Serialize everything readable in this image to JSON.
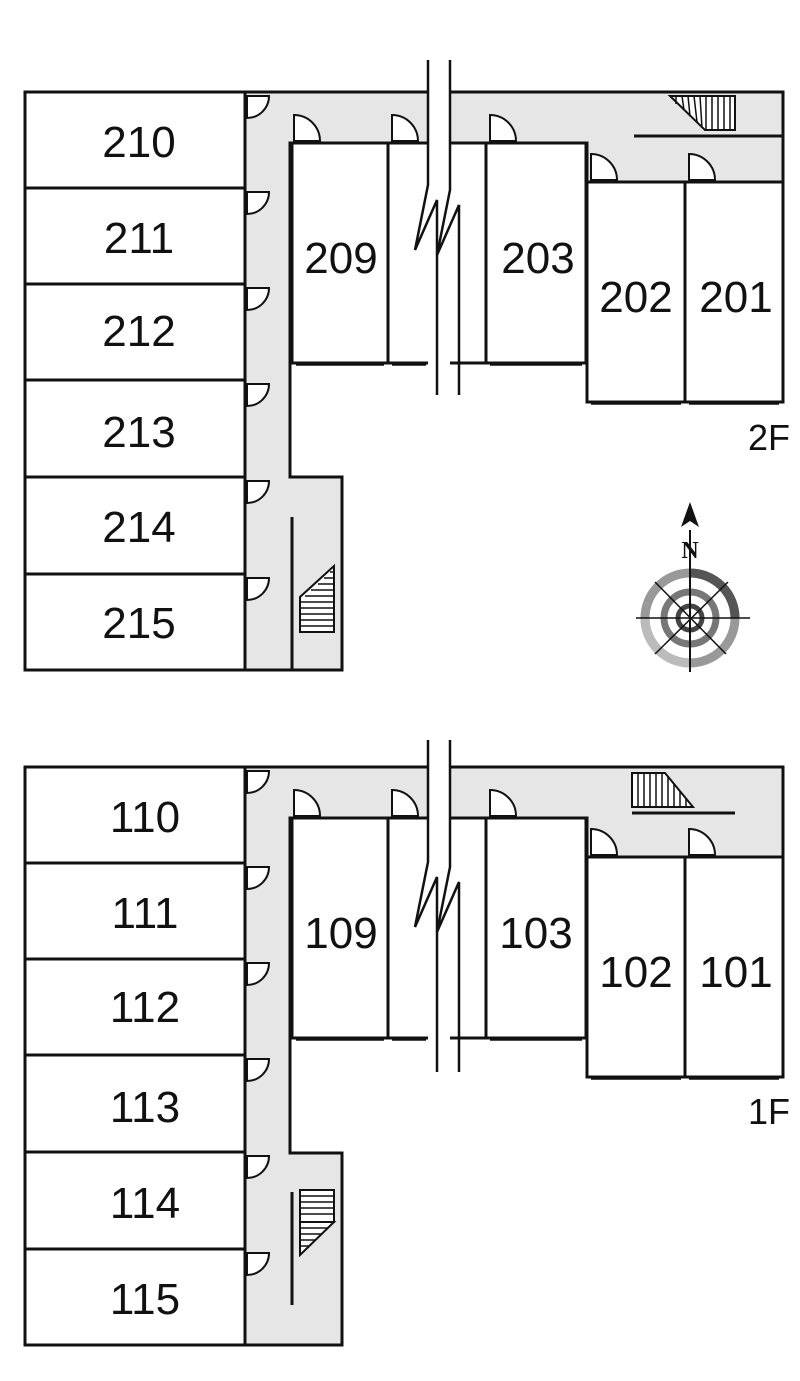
{
  "floors": {
    "second": {
      "label": "2F",
      "rooms": [
        "210",
        "211",
        "212",
        "213",
        "214",
        "215",
        "209",
        "203",
        "202",
        "201"
      ]
    },
    "first": {
      "label": "1F",
      "rooms": [
        "110",
        "111",
        "112",
        "113",
        "114",
        "115",
        "109",
        "103",
        "102",
        "101"
      ]
    }
  },
  "compass": {
    "north": "N"
  },
  "colors": {
    "corridor": "#e6e6e6",
    "wall": "#111111",
    "compass_ring": "#888888"
  },
  "icons": [
    "door-icon",
    "staircase-icon",
    "compass-icon",
    "break-line-icon"
  ]
}
